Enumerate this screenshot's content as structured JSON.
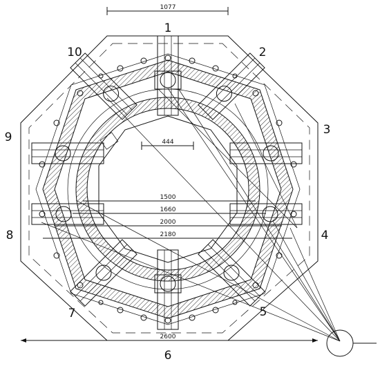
{
  "diagram": {
    "segment_labels": [
      "1",
      "2",
      "3",
      "4",
      "5",
      "6",
      "7",
      "8",
      "9",
      "10"
    ],
    "dimensions": {
      "top": "1077",
      "inner": "444",
      "d1": "1500",
      "d2": "1660",
      "d3": "2000",
      "d4": "2180",
      "bottom": "2600"
    }
  }
}
